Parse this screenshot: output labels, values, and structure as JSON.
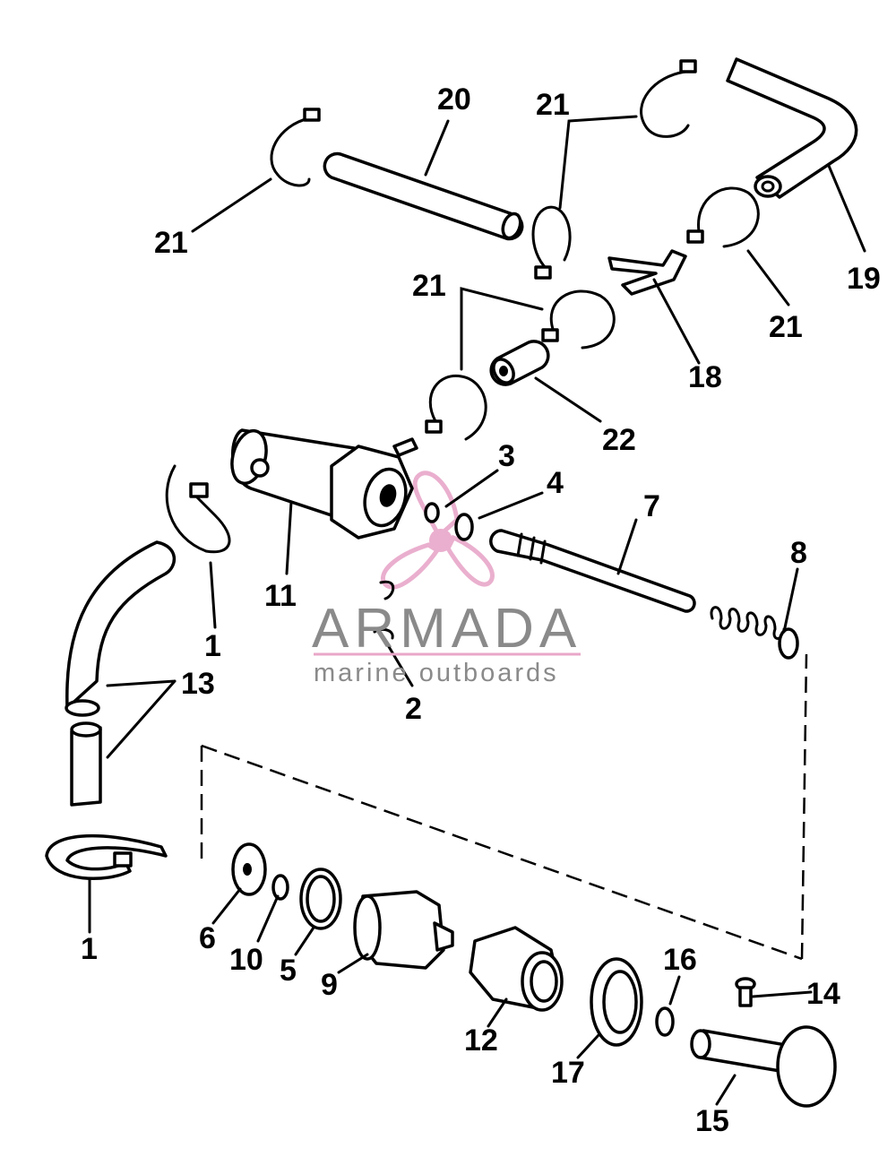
{
  "callouts": [
    {
      "id": "20",
      "label": "20"
    },
    {
      "id": "21a",
      "label": "21"
    },
    {
      "id": "21b",
      "label": "21"
    },
    {
      "id": "19",
      "label": "19"
    },
    {
      "id": "21c",
      "label": "21"
    },
    {
      "id": "21d",
      "label": "21"
    },
    {
      "id": "18",
      "label": "18"
    },
    {
      "id": "22",
      "label": "22"
    },
    {
      "id": "3",
      "label": "3"
    },
    {
      "id": "4",
      "label": "4"
    },
    {
      "id": "7",
      "label": "7"
    },
    {
      "id": "8",
      "label": "8"
    },
    {
      "id": "11",
      "label": "11"
    },
    {
      "id": "1a",
      "label": "1"
    },
    {
      "id": "13",
      "label": "13"
    },
    {
      "id": "2",
      "label": "2"
    },
    {
      "id": "1b",
      "label": "1"
    },
    {
      "id": "6",
      "label": "6"
    },
    {
      "id": "10",
      "label": "10"
    },
    {
      "id": "5",
      "label": "5"
    },
    {
      "id": "9",
      "label": "9"
    },
    {
      "id": "12",
      "label": "12"
    },
    {
      "id": "17",
      "label": "17"
    },
    {
      "id": "16",
      "label": "16"
    },
    {
      "id": "14",
      "label": "14"
    },
    {
      "id": "15",
      "label": "15"
    }
  ],
  "watermark": {
    "name": "ARMADA",
    "tagline": "marine outboards",
    "logo_icon": "propeller-icon",
    "accent_color": "#e8a7c9",
    "text_color": "#8a8a8a"
  }
}
